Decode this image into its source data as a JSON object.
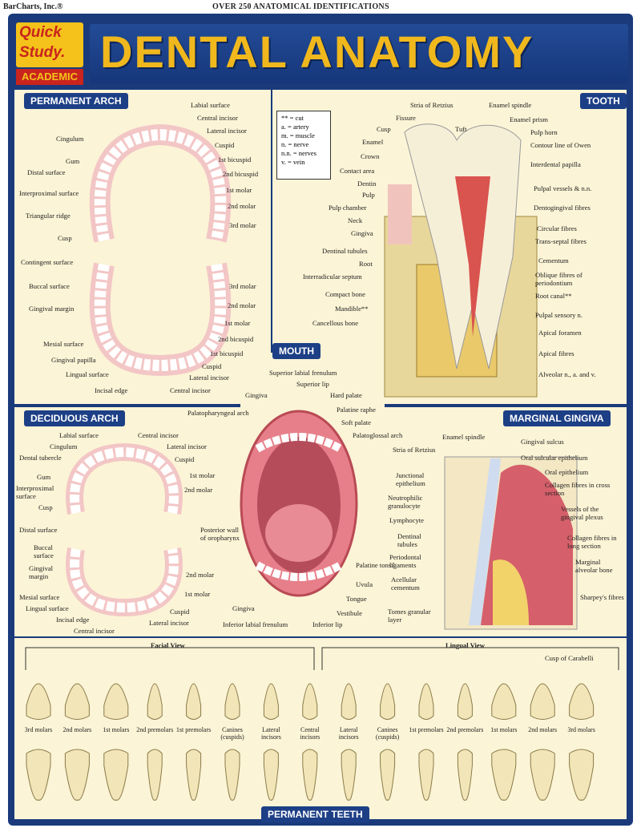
{
  "header": {
    "publisher": "BarCharts, Inc.®",
    "tagline": "OVER 250 ANATOMICAL IDENTIFICATIONS",
    "logo_quick": "Quick",
    "logo_study": "Study.",
    "logo_academic": "ACADEMIC",
    "title": "DENTAL ANATOMY"
  },
  "sections": {
    "permanent_arch": "PERMANENT ARCH",
    "tooth": "TOOTH",
    "mouth": "MOUTH",
    "deciduous_arch": "DECIDUOUS ARCH",
    "marginal_gingiva": "MARGINAL GINGIVA",
    "permanent_teeth": "PERMANENT TEETH"
  },
  "legend": [
    "** = cut",
    "a. = artery",
    "m. = muscle",
    "n. = nerve",
    "n.n. = nerves",
    "v. = vein"
  ],
  "permanent_arch_labels": {
    "left": [
      "Cingulum",
      "Gum",
      "Distal surface",
      "Interproximal surface",
      "Triangular ridge",
      "Cusp",
      "Contingent surface",
      "Buccal surface",
      "Gingival margin",
      "Mesial surface",
      "Gingival papilla",
      "Lingual surface",
      "Incisal edge"
    ],
    "right": [
      "Labial surface",
      "Central incisor",
      "Lateral incisor",
      "Cuspid",
      "1st bicuspid",
      "2nd bicuspid",
      "1st molar",
      "2nd molar",
      "3rd molar",
      "3rd molar",
      "2nd molar",
      "1st molar",
      "2nd bicuspid",
      "1st bicuspid",
      "Cuspid",
      "Lateral incisor",
      "Central incisor"
    ]
  },
  "tooth_labels": {
    "left": [
      "Stria of Retzius",
      "Fissure",
      "Cusp",
      "Enamel",
      "Crown",
      "Contact area",
      "Dentin",
      "Pulp",
      "Pulp chamber",
      "Neck",
      "Gingiva",
      "Dentinal tubules",
      "Root",
      "Interradicular septum",
      "Compact bone",
      "Mandible**",
      "Cancellous bone"
    ],
    "right": [
      "Enamel spindle",
      "Tuft",
      "Enamel prism",
      "Pulp horn",
      "Contour line of Owen",
      "Interdental papilla",
      "Pulpal vessels & n.n.",
      "Dentogingival fibres",
      "Circular fibres",
      "Trans-septal fibres",
      "Cementum",
      "Oblique fibres of periodontium",
      "Root canal**",
      "Pulpal sensory n.",
      "Apical foramen",
      "Apical fibres",
      "Alveolar n., a. and v."
    ]
  },
  "mouth_labels": [
    "Superior labial frenulum",
    "Superior lip",
    "Gingiva",
    "Hard palate",
    "Palatopharyngeal arch",
    "Palatine raphe",
    "Soft palate",
    "Palatoglossal arch",
    "Posterior wall of oropharynx",
    "Palatine tonsil",
    "Uvula",
    "Tongue",
    "Vestibule",
    "Inferior lip",
    "Inferior labial frenulum",
    "Gingiva"
  ],
  "deciduous_labels": {
    "left": [
      "Labial surface",
      "Cingulum",
      "Dental tubercle",
      "Gum",
      "Interproximal surface",
      "Cusp",
      "Distal surface",
      "Buccal surface",
      "Gingival margin",
      "Mesial surface",
      "Lingual surface",
      "Incisal edge",
      "Central incisor"
    ],
    "right": [
      "Central incisor",
      "Lateral incisor",
      "Cuspid",
      "1st molar",
      "2nd molar",
      "2nd molar",
      "1st molar",
      "Cuspid",
      "Lateral incisor"
    ]
  },
  "gingiva_labels": {
    "left": [
      "Enamel spindle",
      "Stria of Retzius",
      "Junctional epithelium",
      "Neutrophilic granulocyte",
      "Lymphocyte",
      "Dentinal tubules",
      "Periodontal ligaments",
      "Acellular cementum",
      "Tomes granular layer"
    ],
    "right": [
      "Gingival sulcus",
      "Oral sulcular epithelium",
      "Oral epithelium",
      "Collagen fibres in cross section",
      "Vessels of the gingival plexus",
      "Collagen fibres in long section",
      "Marginal alveolar bone",
      "Sharpey's fibres"
    ]
  },
  "teeth_row": {
    "facial_view": "Facial View",
    "lingual_view": "Lingual View",
    "cusp_label": "Cusp of Carabelli",
    "names": [
      "3rd molars",
      "2nd molars",
      "1st molars",
      "2nd premolars",
      "1st premolars",
      "Canines (cuspids)",
      "Lateral incisors",
      "Central incisors",
      "Lateral incisors",
      "Canines (cuspids)",
      "1st premolars",
      "2nd premolars",
      "1st molars",
      "2nd molars",
      "3rd molars"
    ]
  }
}
